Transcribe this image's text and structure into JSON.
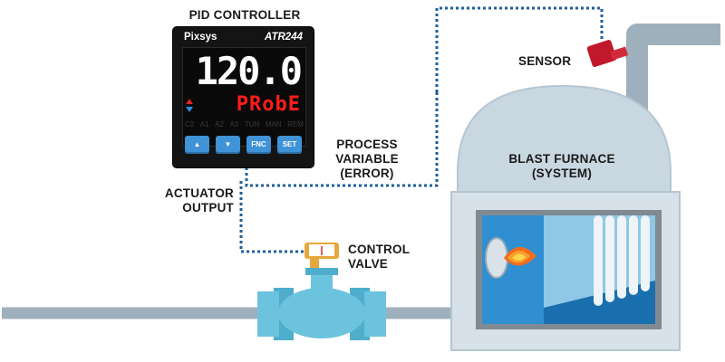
{
  "labels": {
    "pid_controller": "PID CONTROLLER",
    "sensor": "SENSOR",
    "process_variable": [
      "PROCESS",
      "VARIABLE",
      "(ERROR)"
    ],
    "blast_furnace": [
      "BLAST FURNACE",
      "(SYSTEM)"
    ],
    "actuator_output": [
      "ACTUATOR",
      "OUTPUT"
    ],
    "control_valve": [
      "CONTROL",
      "VALVE"
    ]
  },
  "controller": {
    "brand": "Pixsys",
    "model": "ATR244",
    "process_value": "120.0",
    "status_text": "PRobE",
    "indicators": [
      "C2",
      "A1",
      "A2",
      "A3",
      "TUN",
      "MAN",
      "REM"
    ],
    "buttons": [
      "▲",
      "▼",
      "FNC",
      "SET"
    ]
  },
  "colors": {
    "pipe": "#9fb0bd",
    "pipe_dark": "#8696a3",
    "valve": "#6cc3dd",
    "signal_line": "#1f5f9a",
    "furnace_dome": "#c9d7e1",
    "flame": "#f26b1d",
    "display_red": "#ff1c1c",
    "button_blue": "#3f93d6"
  }
}
